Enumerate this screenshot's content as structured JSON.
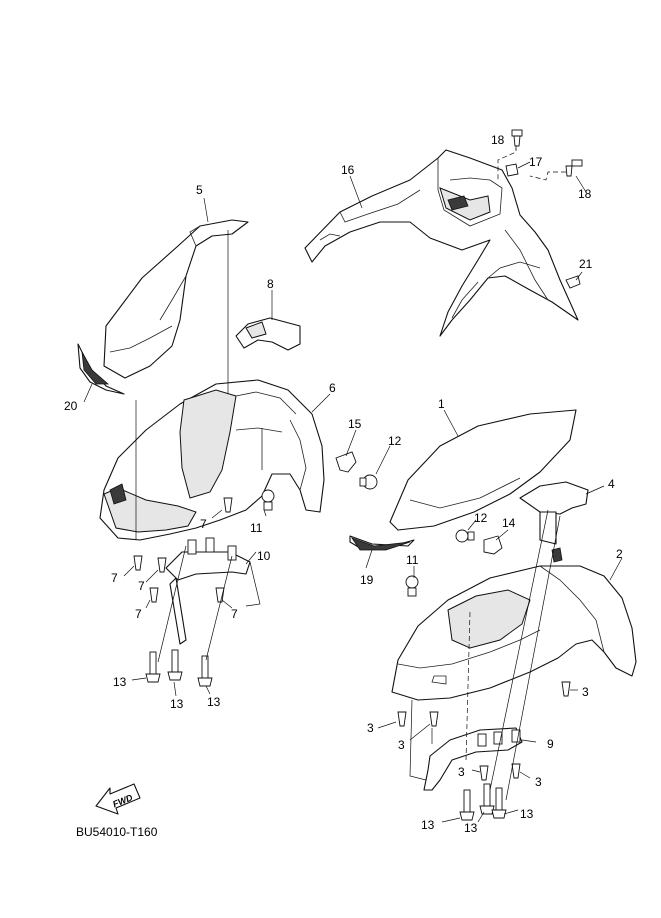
{
  "diagram": {
    "code": "BU54010-T160",
    "fwd_label": "FWD",
    "callouts": [
      "1",
      "2",
      "3",
      "4",
      "5",
      "6",
      "7",
      "8",
      "9",
      "10",
      "11",
      "12",
      "13",
      "14",
      "15",
      "16",
      "17",
      "18",
      "19",
      "20",
      "21"
    ]
  },
  "colors": {
    "line": "#111111",
    "fill": "#ffffff",
    "shade": "#e6e6e6"
  }
}
